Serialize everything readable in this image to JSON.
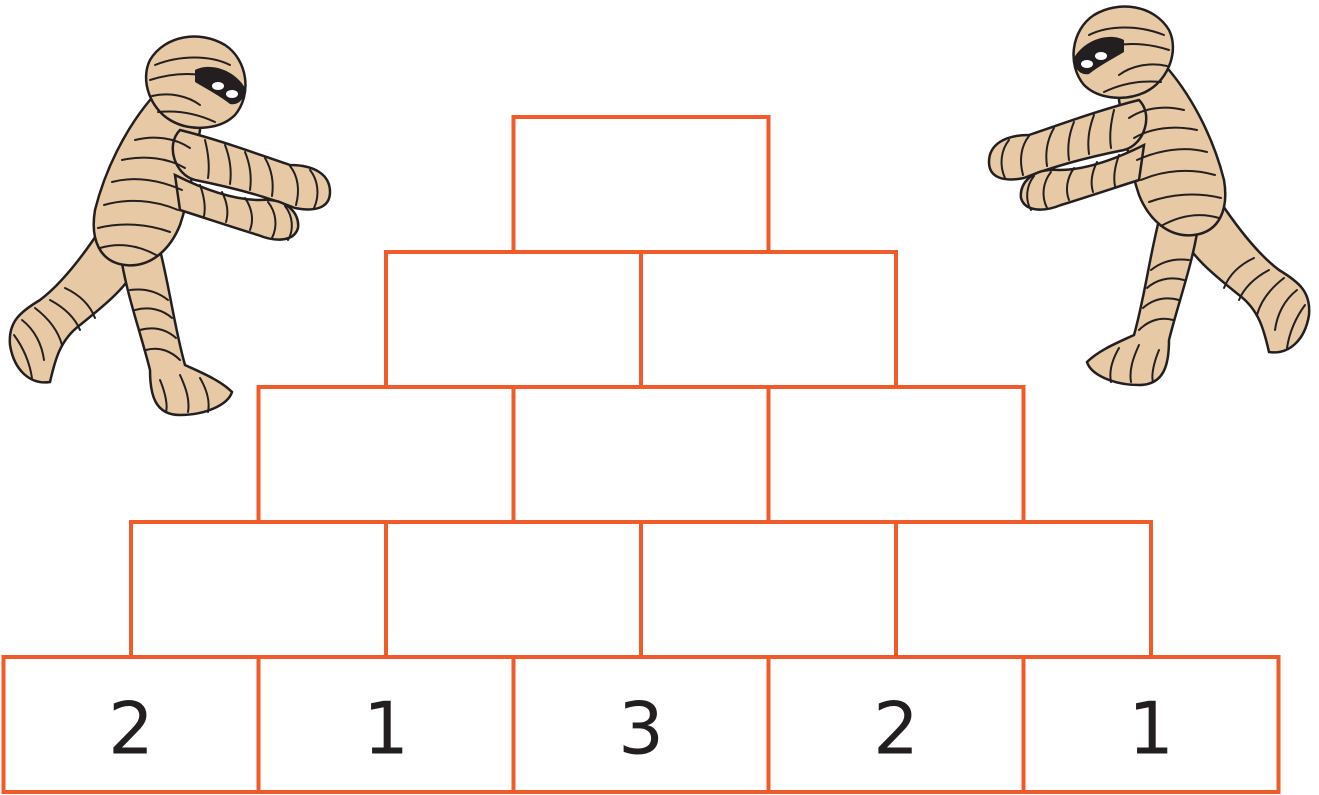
{
  "pyramid": {
    "brick_color": "#f15a29",
    "text_color": "#231f20",
    "rows": [
      {
        "cells": [
          ""
        ]
      },
      {
        "cells": [
          "",
          ""
        ]
      },
      {
        "cells": [
          "",
          "",
          ""
        ]
      },
      {
        "cells": [
          "",
          "",
          "",
          ""
        ]
      },
      {
        "cells": [
          "2",
          "1",
          "3",
          "2",
          "1"
        ]
      }
    ]
  },
  "decorations": {
    "mummy_skin_color": "#e8c9a6",
    "left": "mummy-illustration",
    "right": "mummy-illustration"
  }
}
